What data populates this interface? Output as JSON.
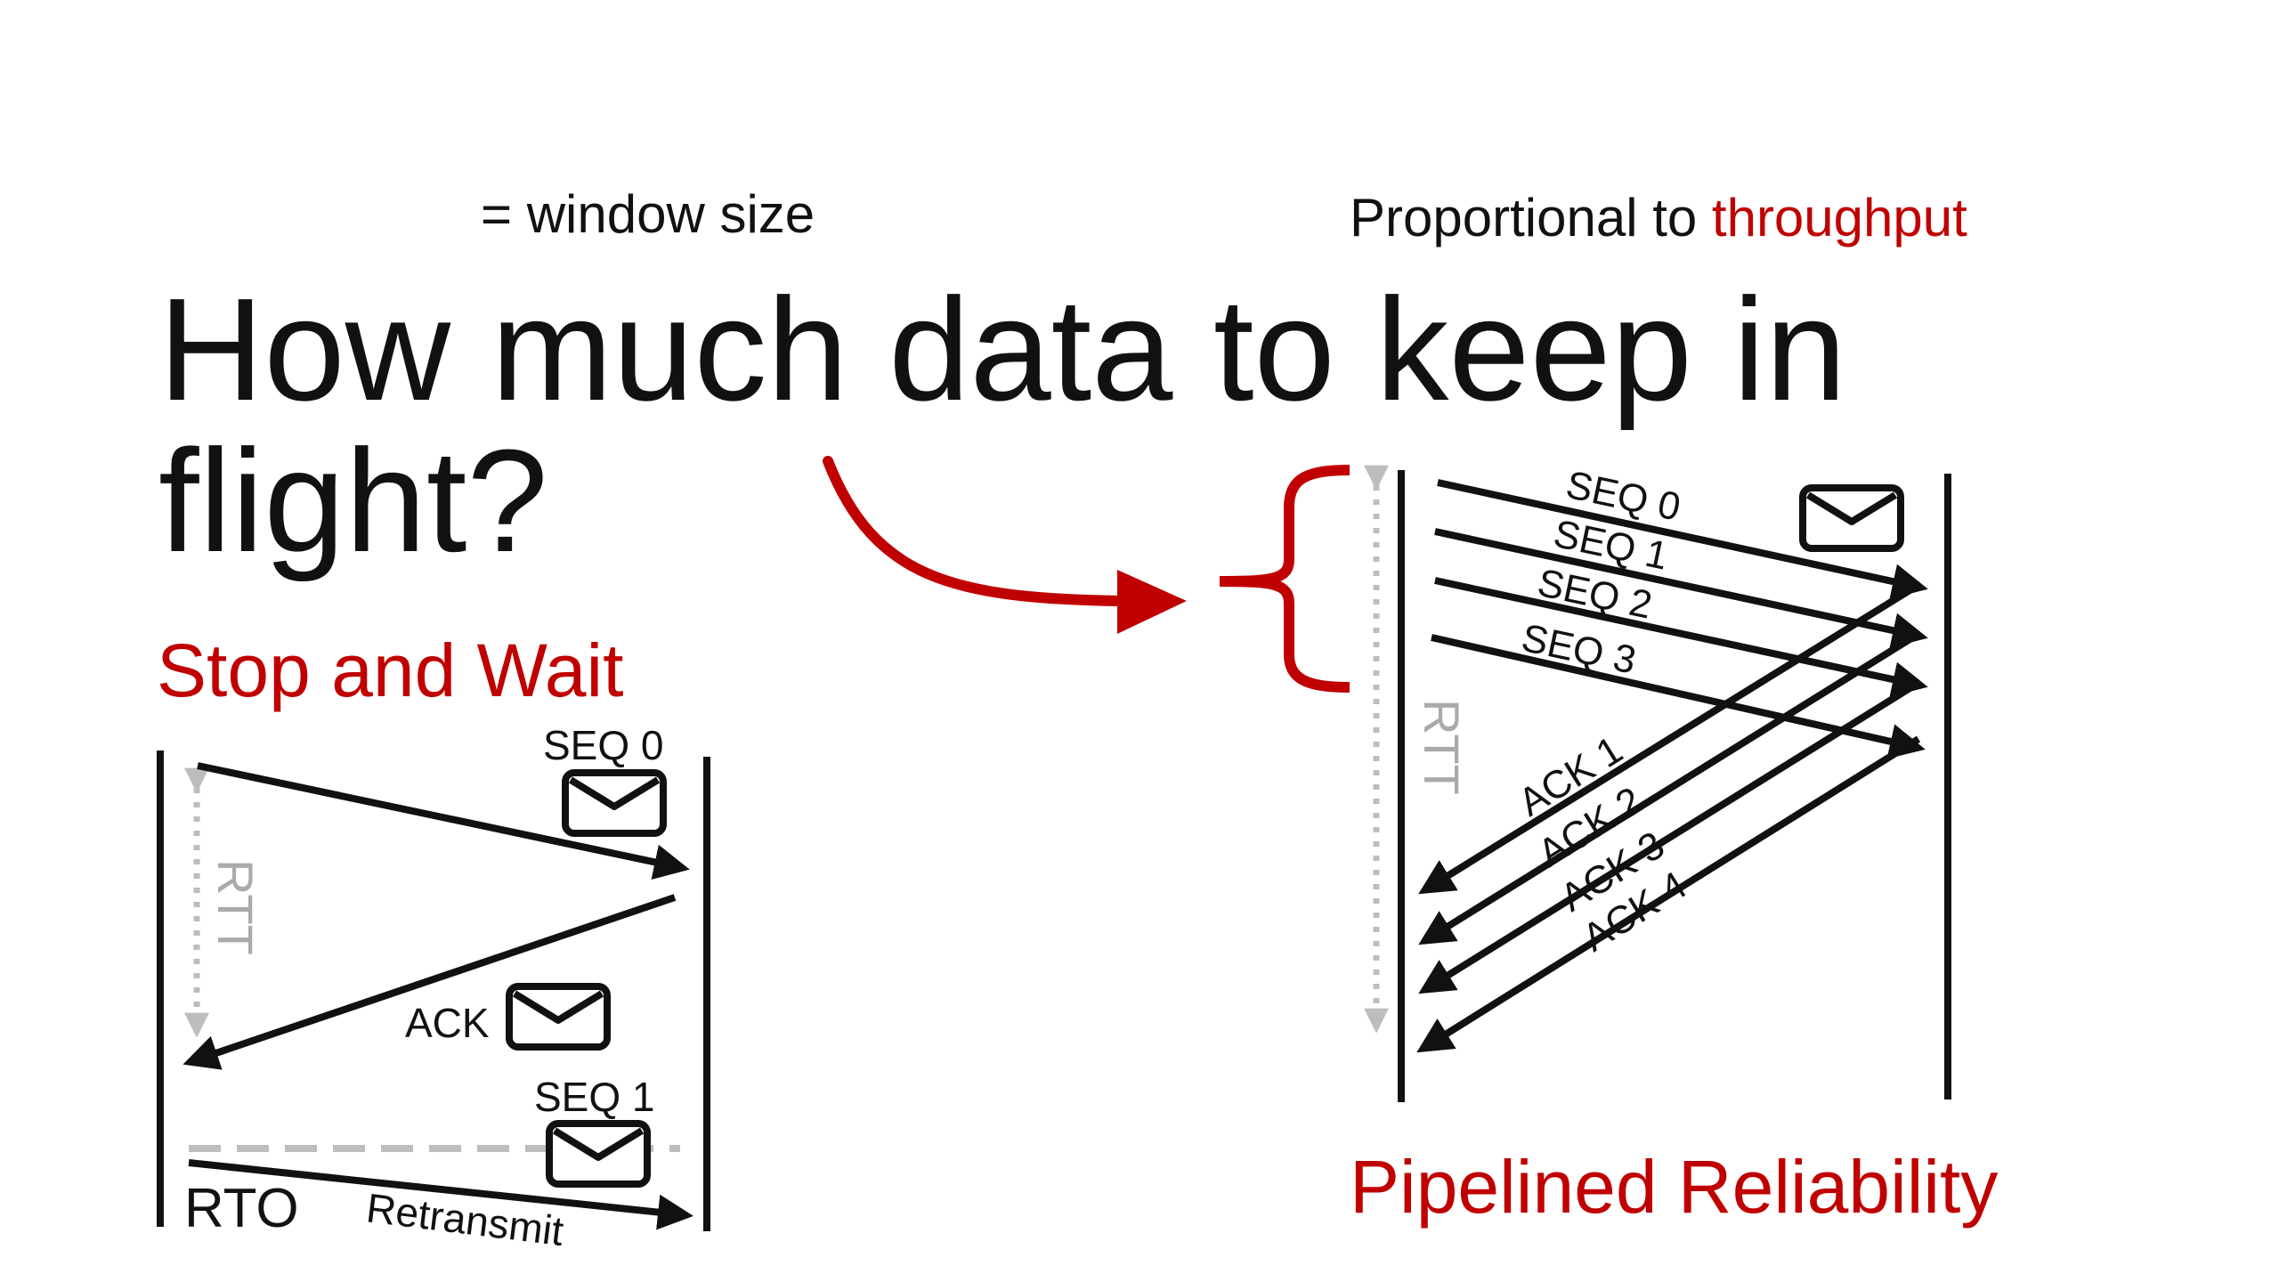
{
  "title_line1": "How much data to keep in",
  "title_line2": "flight?",
  "annotation_left": "= window size",
  "annotation_right_prefix": "Proportional to ",
  "annotation_right_highlight": "throughput",
  "stop_and_wait": {
    "label": "Stop and Wait",
    "seq0": "SEQ 0",
    "rtt": "RTT",
    "ack": "ACK",
    "seq1": "SEQ 1",
    "rto": "RTO",
    "retransmit": "Retransmit"
  },
  "pipelined": {
    "label": "Pipelined Reliability",
    "seqs": [
      "SEQ 0",
      "SEQ 1",
      "SEQ 2",
      "SEQ 3"
    ],
    "acks": [
      "ACK 1",
      "ACK 2",
      "ACK 3",
      "ACK 4"
    ],
    "rtt": "RTT"
  },
  "colors": {
    "accent_red": "#c00000",
    "line_black": "#111111",
    "rtt_gray": "#bdbdbd"
  },
  "icons": [
    "envelope-icon",
    "curved-arrow-icon",
    "curly-brace-icon"
  ]
}
